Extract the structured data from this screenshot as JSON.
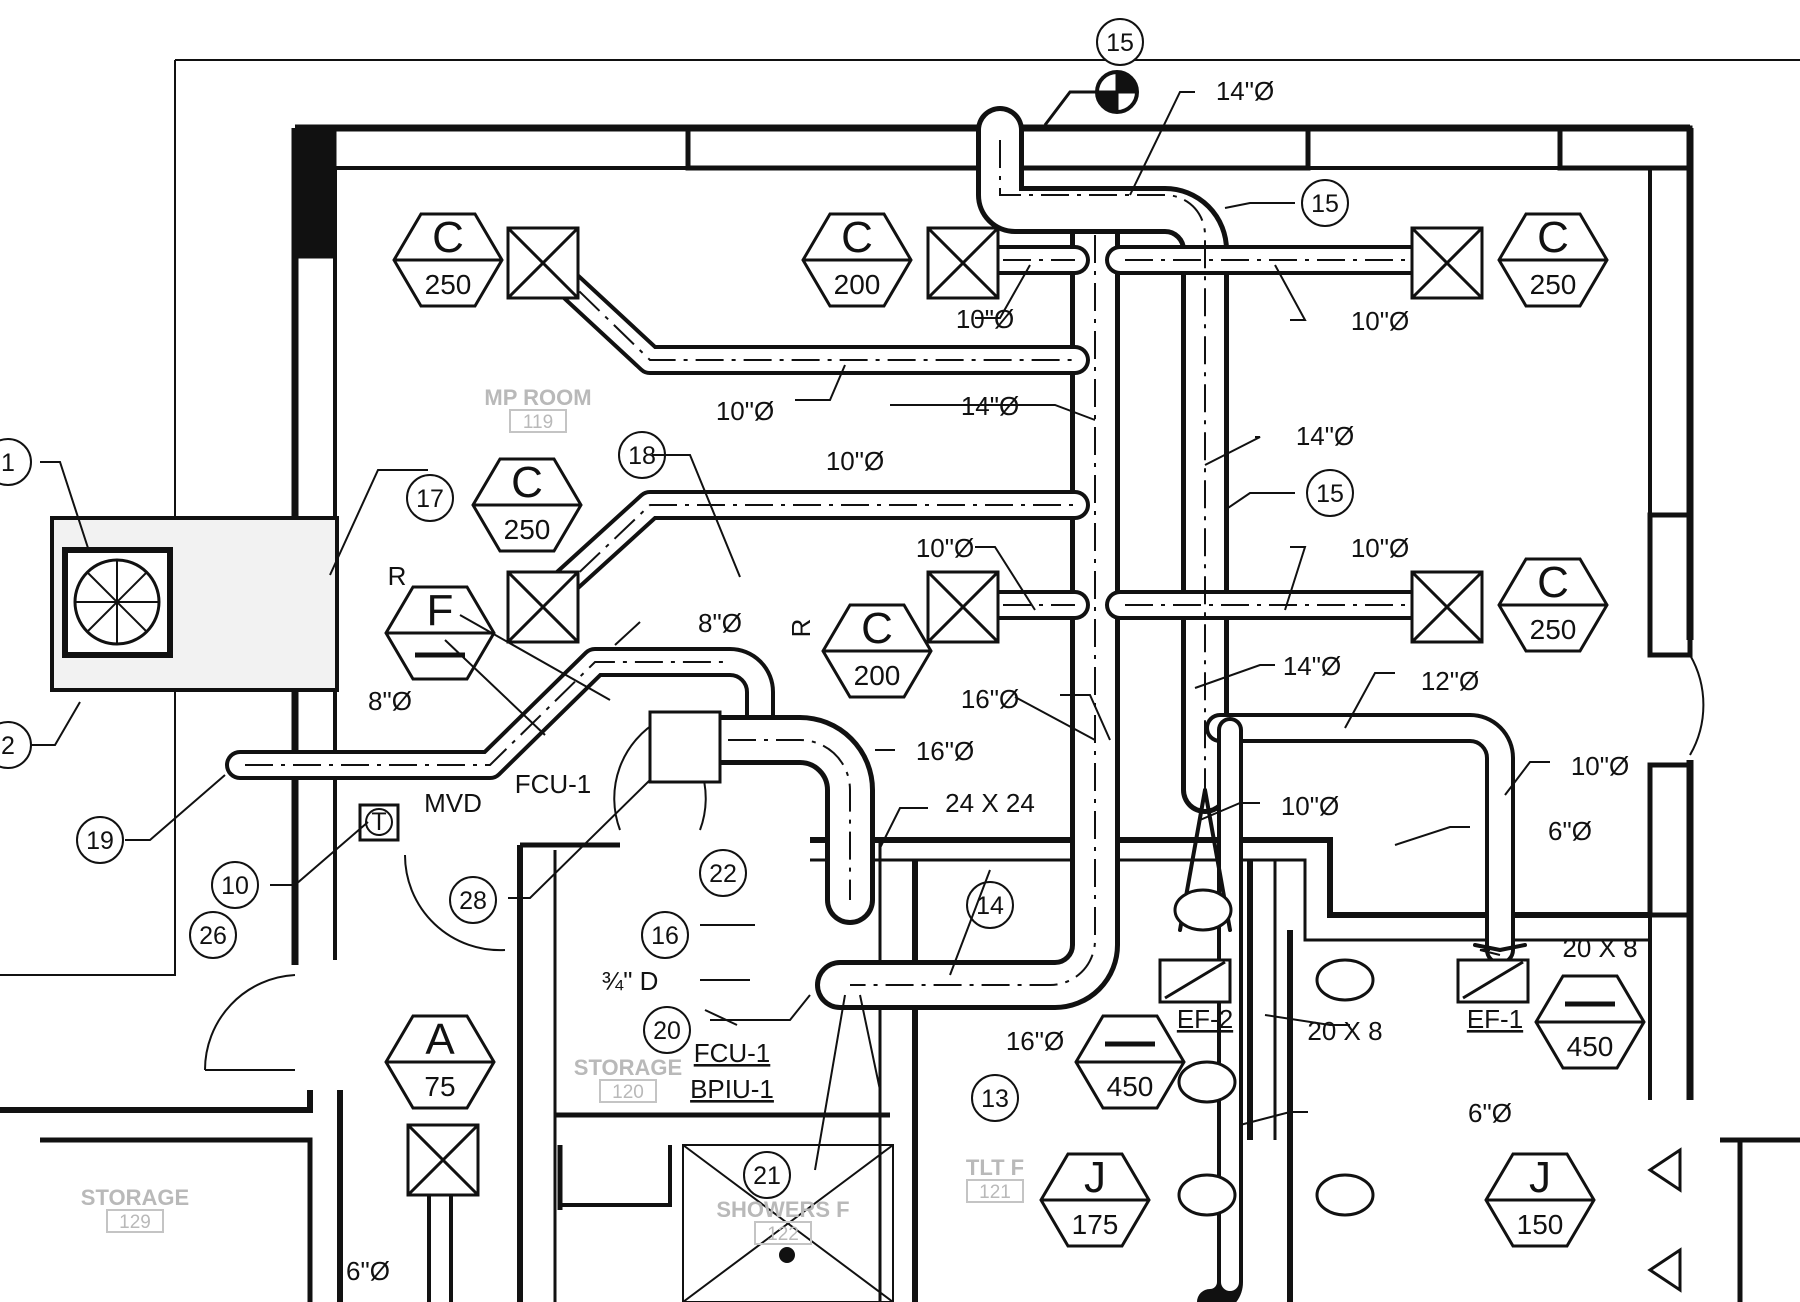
{
  "rooms": [
    {
      "name": "MP ROOM",
      "number": "119"
    },
    {
      "name": "STORAGE",
      "number": "120"
    },
    {
      "name": "STORAGE",
      "number": "129"
    },
    {
      "name": "SHOWERS F",
      "number": "122"
    },
    {
      "name": "TLT F",
      "number": "121"
    }
  ],
  "diffuser_tags": [
    {
      "letter": "C",
      "cfm": "250"
    },
    {
      "letter": "C",
      "cfm": "200"
    },
    {
      "letter": "C",
      "cfm": "250"
    },
    {
      "letter": "C",
      "cfm": "250"
    },
    {
      "letter": "C",
      "cfm": "200"
    },
    {
      "letter": "C",
      "cfm": "250"
    },
    {
      "letter": "A",
      "cfm": "75"
    },
    {
      "letter": "J",
      "cfm": "175"
    },
    {
      "letter": "J",
      "cfm": "150"
    }
  ],
  "exhaust_tags": [
    {
      "cfm": "450"
    },
    {
      "cfm": "450"
    }
  ],
  "fcu_tag": {
    "letter": "F"
  },
  "keynotes": [
    "1",
    "2",
    "10",
    "13",
    "14",
    "15",
    "15",
    "15",
    "16",
    "17",
    "18",
    "19",
    "20",
    "21",
    "22",
    "26",
    "28"
  ],
  "duct_labels": {
    "d14_top": "14\"Ø",
    "d10_a": "10\"Ø",
    "d10_b": "10\"Ø",
    "d10_c": "10\"Ø",
    "d14_mid": "14\"Ø",
    "d10_d": "10\"Ø",
    "d14_right": "14\"Ø",
    "d10_e": "10\"Ø",
    "d10_f": "10\"Ø",
    "d8_a": "8\"Ø",
    "d8_b": "8\"Ø",
    "d16_a": "16\"Ø",
    "d16_b": "16\"Ø",
    "d14_low": "14\"Ø",
    "d12": "12\"Ø",
    "d10_g": "10\"Ø",
    "d10_h": "10\"Ø",
    "d6_a": "6\"Ø",
    "d24": "24 X 24",
    "d20x8_a": "20 X 8",
    "d20x8_b": "20 X 8",
    "d16_c": "16\"Ø",
    "d6_b": "6\"Ø",
    "d6_c": "6\"Ø",
    "d34": "¾\" D",
    "r1": "R",
    "r2": "R"
  },
  "equipment_labels": {
    "fcu1": "FCU-1",
    "mvd": "MVD",
    "fcu1_b": "FCU-1",
    "bpiu1": "BPIU-1",
    "ef2": "EF-2",
    "ef1": "EF-1",
    "thermostat": "T"
  }
}
